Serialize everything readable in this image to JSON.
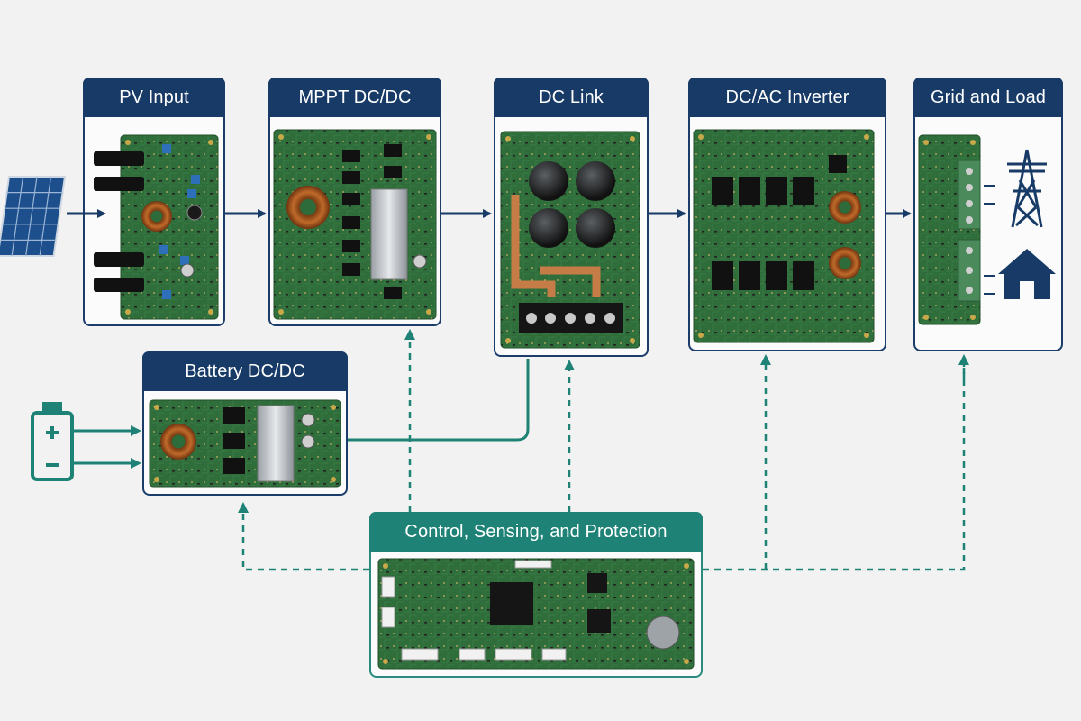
{
  "blocks": {
    "pv_input": {
      "title": "PV Input"
    },
    "mppt": {
      "title": "MPPT DC/DC"
    },
    "dc_link": {
      "title": "DC Link"
    },
    "inverter": {
      "title": "DC/AC Inverter"
    },
    "grid_load": {
      "title": "Grid and Load"
    },
    "battery": {
      "title": "Battery DC/DC"
    },
    "control": {
      "title": "Control, Sensing, and Protection"
    }
  },
  "colors": {
    "navy": "#173a66",
    "teal": "#1e8276",
    "pcb_green": "#2e6b3a",
    "background": "#f1f2f1"
  },
  "icons": [
    "solar-panel-icon",
    "battery-icon",
    "transmission-tower-icon",
    "house-icon"
  ]
}
